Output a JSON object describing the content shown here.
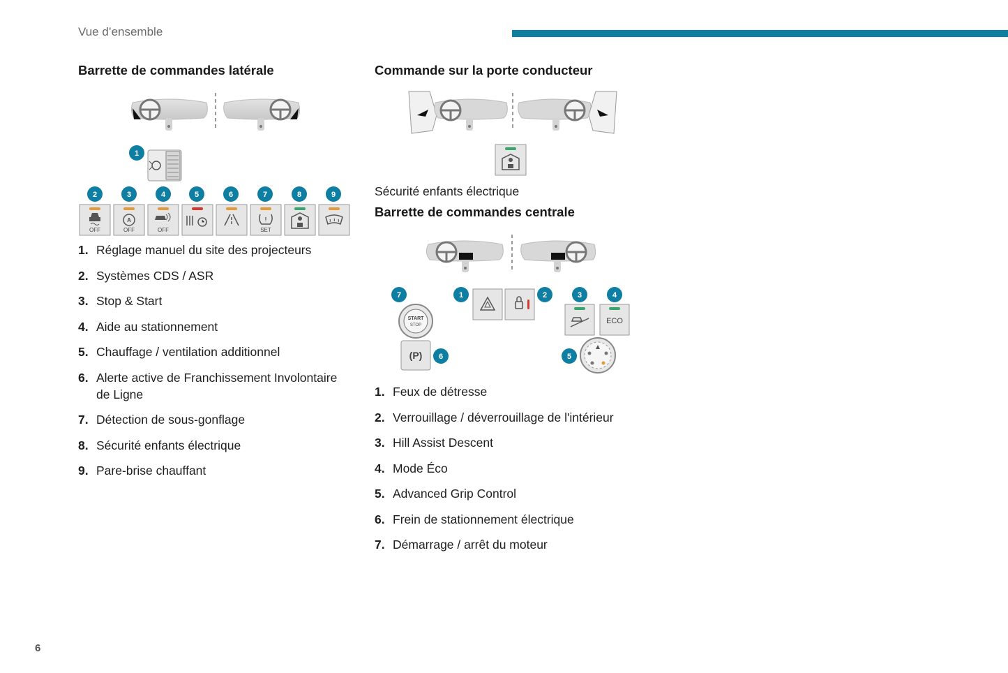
{
  "header": {
    "section": "Vue d’ensemble"
  },
  "left": {
    "title": "Barrette de commandes latérale",
    "items": [
      {
        "num": "1.",
        "text": "Réglage manuel du site des projecteurs"
      },
      {
        "num": "2.",
        "text": "Systèmes CDS / ASR"
      },
      {
        "num": "3.",
        "text": "Stop & Start"
      },
      {
        "num": "4.",
        "text": "Aide au stationnement"
      },
      {
        "num": "5.",
        "text": "Chauffage / ventilation additionnel"
      },
      {
        "num": "6.",
        "text": "Alerte active de Franchissement Involontaire de Ligne"
      },
      {
        "num": "7.",
        "text": "Détection de sous-gonflage"
      },
      {
        "num": "8.",
        "text": "Sécurité enfants électrique"
      },
      {
        "num": "9.",
        "text": "Pare-brise chauffant"
      }
    ],
    "diagram": {
      "bubbles": [
        "1",
        "2",
        "3",
        "4",
        "5",
        "6",
        "7",
        "8",
        "9"
      ],
      "icon_labels": [
        "OFF",
        "OFF",
        "OFF",
        "",
        "OFF",
        "SET",
        "",
        ""
      ]
    }
  },
  "right": {
    "door_title": "Commande sur la porte conducteur",
    "door_caption": "Sécurité enfants électrique",
    "center_title": "Barrette de commandes centrale",
    "items": [
      {
        "num": "1.",
        "text": "Feux de détresse"
      },
      {
        "num": "2.",
        "text": "Verrouillage / déverrouillage de l'intérieur"
      },
      {
        "num": "3.",
        "text": "Hill Assist Descent"
      },
      {
        "num": "4.",
        "text": "Mode Éco"
      },
      {
        "num": "5.",
        "text": "Advanced Grip Control"
      },
      {
        "num": "6.",
        "text": "Frein de stationnement électrique"
      },
      {
        "num": "7.",
        "text": "Démarrage / arrêt du moteur"
      }
    ],
    "diagram": {
      "bubbles": [
        "7",
        "1",
        "2",
        "3",
        "4",
        "5",
        "6"
      ],
      "start_label": "START",
      "stop_label": "STOP",
      "park_label": "(P)",
      "eco_label": "ECO"
    }
  },
  "footer": {
    "page": "6"
  },
  "colors": {
    "accent": "#0e7ea3",
    "bubble": "#0e7ea3",
    "led_orange": "#e39a3a",
    "led_red": "#d23a2f",
    "led_green": "#3aa56a"
  }
}
